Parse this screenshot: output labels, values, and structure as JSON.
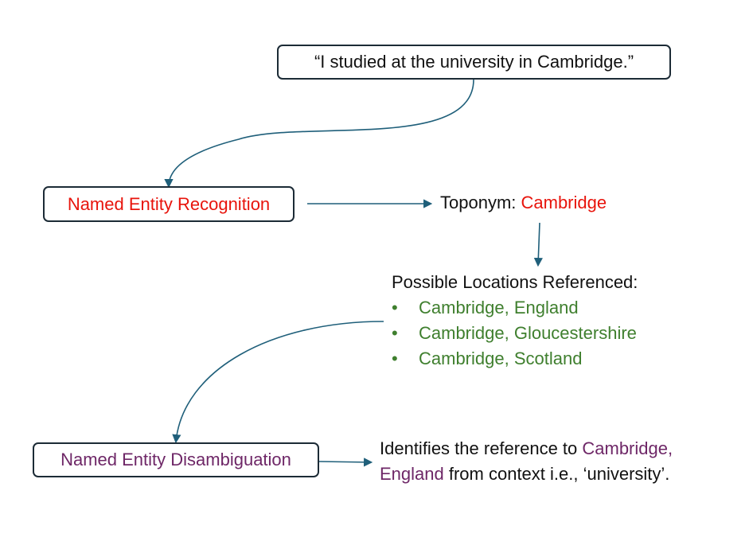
{
  "colors": {
    "ner": "#e8140c",
    "toponym": "#e8140c",
    "locations": "#3f7f2e",
    "ned": "#6e2767",
    "resolved": "#6e2767",
    "arrow": "#1f5f7a",
    "box_border": "#1c2b36"
  },
  "quote": "“I studied at the university in Cambridge.”",
  "ner_box": {
    "label": "Named Entity Recognition"
  },
  "toponym": {
    "prefix": "Toponym: ",
    "value": "Cambridge"
  },
  "locations": {
    "heading": "Possible Locations Referenced:",
    "bullet": "•",
    "items": [
      "Cambridge, England",
      "Cambridge, Gloucestershire",
      "Cambridge, Scotland"
    ]
  },
  "ned_box": {
    "label": "Named Entity Disambiguation"
  },
  "result": {
    "line1_prefix": "Identifies the reference to ",
    "line1_highlight": "Cambridge,",
    "line2_highlight": "England",
    "line2_suffix": " from context i.e., ‘university’."
  }
}
